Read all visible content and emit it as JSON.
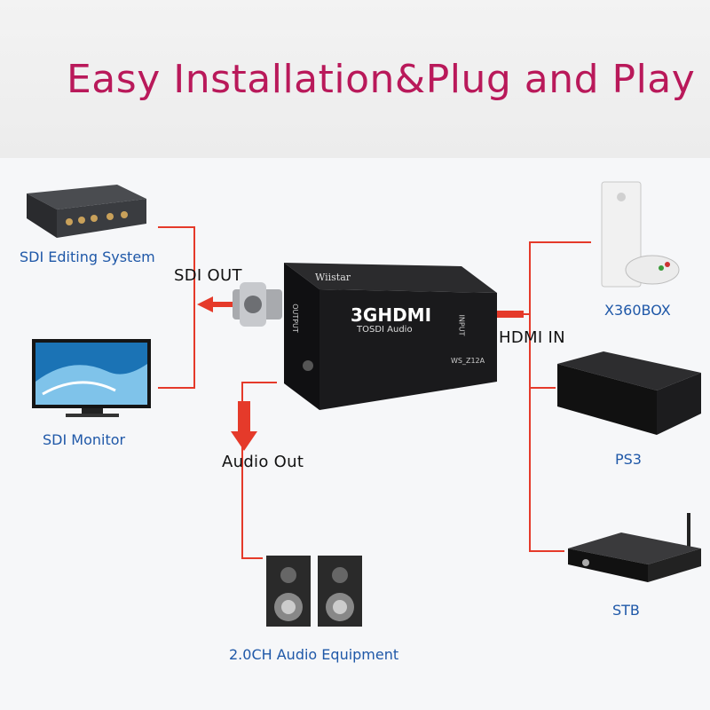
{
  "title": "Easy Installation&Plug and Play",
  "labels": {
    "sdi_editing": "SDI Editing System",
    "sdi_monitor": "SDI Monitor",
    "sdi_out": "SDI OUT",
    "hdmi_in": "HDMI IN",
    "audio_out": "Audio Out",
    "audio_equipment": "2.0CH Audio Equipment",
    "x360": "X360BOX",
    "ps3": "PS3",
    "stb": "STB"
  },
  "converter": {
    "brand": "Wiistar",
    "model_line1": "3GHDMI",
    "model_line2": "TOSDI Audio",
    "model_code": "WS_Z12A",
    "output_label": "OUTPUT",
    "input_label": "INPUT"
  },
  "colors": {
    "title": "#b9195a",
    "labels": "#1f58a8",
    "lines": "#e53a2a"
  }
}
